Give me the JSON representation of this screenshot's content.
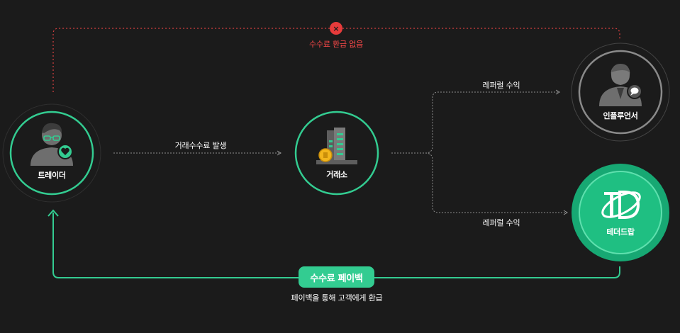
{
  "nodes": {
    "trader": "트레이더",
    "exchange": "거래소",
    "influencer": "인플루언서",
    "tetherdrop": "테더드랍"
  },
  "edges": {
    "fee": "거래수수료 발생",
    "referral_top": "레퍼럴 수익",
    "referral_bottom": "레퍼럴 수익",
    "no_refund": "수수료 환급 없음",
    "no_refund_icon": "×",
    "payback_pill": "수수료 페이백",
    "payback_desc": "페이백을 통해 고객에게 환급"
  },
  "colors": {
    "background": "#1b1b1b",
    "accent_green": "#33cc91",
    "tetherdrop_fill": "#17a873",
    "red": "#e63b3b",
    "gray_ring": "#8a8a8a"
  }
}
